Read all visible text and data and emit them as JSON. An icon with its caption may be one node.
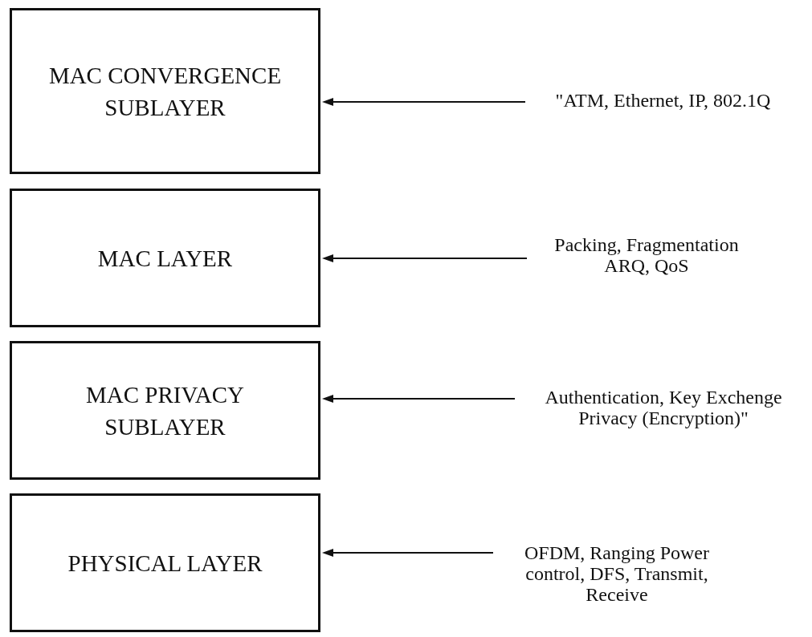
{
  "diagram": {
    "nodes": [
      {
        "text": [
          "MAC CONVERGENCE SUBLAYER"
        ]
      },
      {
        "text": [
          "MAC LAYER"
        ]
      },
      {
        "text": [
          "MAC PRIVACY SUBLAYER"
        ]
      },
      {
        "text": [
          "PHYSICAL LAYER"
        ]
      },
      {
        "text": [
          "\"ATM, Ethernet, IP, 802.1Q"
        ]
      },
      {
        "text": [
          "Packing, Fragmentation ARQ, QoS"
        ]
      },
      {
        "text": [
          "Authentication, Key Exchenge Privacy (Encryption)\""
        ]
      },
      {
        "text": [
          "OFDM, Ranging Power control, DFS, Transmit, Receive"
        ]
      }
    ],
    "edges": [
      {
        "from": 4,
        "to": 0,
        "arrow": "to"
      },
      {
        "from": 5,
        "to": 1,
        "arrow": "to"
      },
      {
        "from": 6,
        "to": 2,
        "arrow": "to"
      },
      {
        "from": 7,
        "to": 3,
        "arrow": "to"
      }
    ]
  }
}
